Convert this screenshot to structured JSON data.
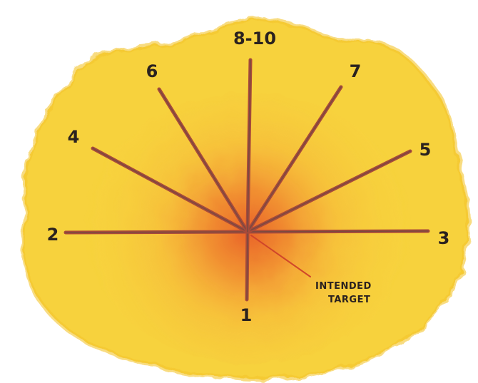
{
  "diagram": {
    "rays": [
      {
        "label": "1"
      },
      {
        "label": "2"
      },
      {
        "label": "3"
      },
      {
        "label": "4"
      },
      {
        "label": "5"
      },
      {
        "label": "6"
      },
      {
        "label": "7"
      },
      {
        "label": "8-10"
      }
    ],
    "annotation": {
      "line1": "INTENDED",
      "line2": "TARGET"
    },
    "colors": {
      "splash": "#f7d23c",
      "splash_edge": "#f3c52c",
      "center_glow": "#ec6a2a",
      "ray_stroke": "#a84a3a",
      "ray_core": "#7a4a40",
      "ink": "#2b221f"
    }
  }
}
